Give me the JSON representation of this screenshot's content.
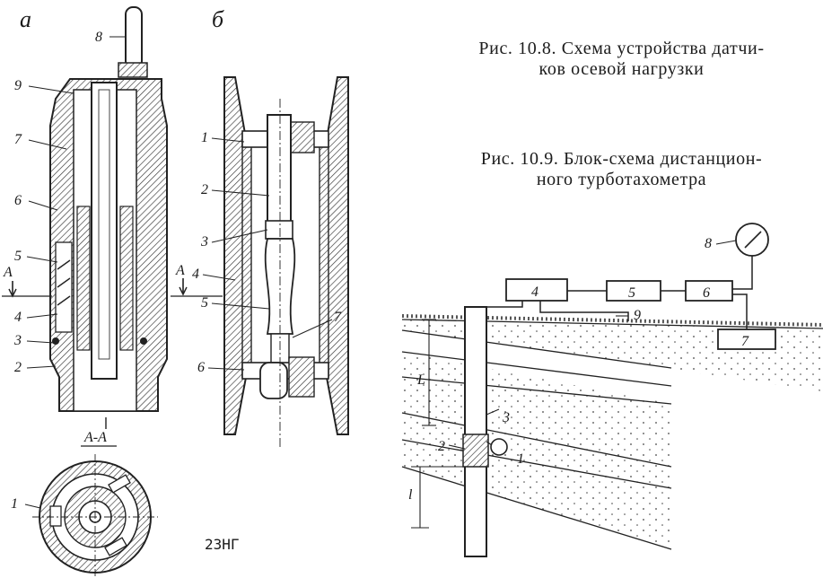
{
  "captions": {
    "fig_10_8_line1": "Рис.  10.8.  Схема  устройства  датчи-",
    "fig_10_8_line2": "ков  осевой  нагрузки",
    "fig_10_9_line1": "Рис.  10.9.  Блок-схема  дистанцион-",
    "fig_10_9_line2": "ного  турботахометра"
  },
  "fig_10_8": {
    "panel_a_letter": "а",
    "panel_b_letter": "б",
    "section_title": "А-А",
    "section_mark": "А",
    "labels_a": {
      "l8": "8",
      "l9": "9",
      "l7": "7",
      "l6": "6",
      "l5": "5",
      "l4": "4",
      "l3": "3",
      "l2": "2",
      "l1": "1"
    },
    "labels_b": {
      "l1": "1",
      "l2": "2",
      "l3": "3",
      "l4": "4",
      "l5": "5",
      "l6": "6",
      "l7": "7"
    },
    "page_number": "2ЗНГ"
  },
  "fig_10_9": {
    "blocks": {
      "b4": "4",
      "b5": "5",
      "b6": "6",
      "b7": "7"
    },
    "gauge": "8",
    "labels": {
      "l9": "9",
      "l3": "3",
      "l2": "2",
      "l1": "1",
      "L": "L",
      "l": "l"
    }
  }
}
